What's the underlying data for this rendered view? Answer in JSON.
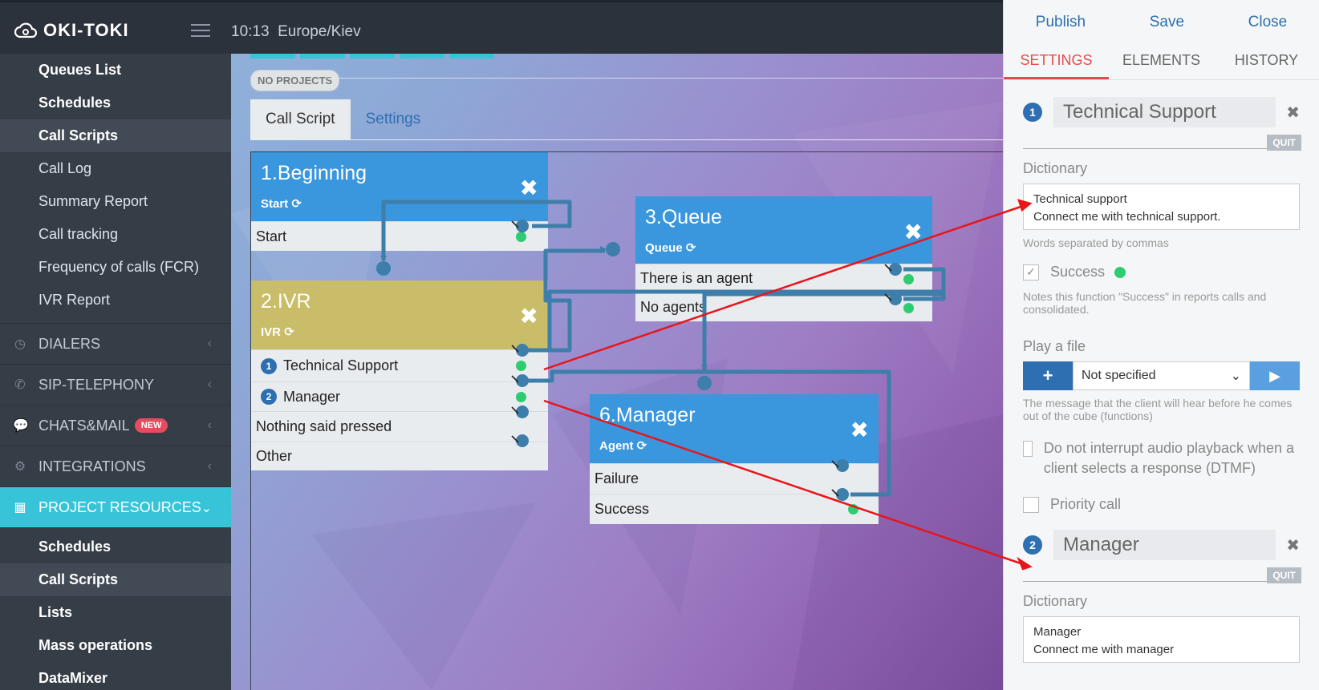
{
  "app": {
    "logo": "OKI-TOKI",
    "time": "10:13",
    "timezone": "Europe/Kiev"
  },
  "sidebar": {
    "top_items": [
      {
        "label": "Queues List"
      },
      {
        "label": "Schedules"
      },
      {
        "label": "Call Scripts"
      },
      {
        "label": "Call Log"
      },
      {
        "label": "Summary Report"
      },
      {
        "label": "Call tracking"
      },
      {
        "label": "Frequency of calls (FCR)"
      },
      {
        "label": "IVR Report"
      }
    ],
    "sections": {
      "dialers": "DIALERS",
      "sip": "SIP-TELEPHONY",
      "chats": "CHATS&MAIL",
      "chats_badge": "NEW",
      "integrations": "INTEGRATIONS",
      "project": "PROJECT RESOURCES"
    },
    "project_items": [
      {
        "label": "Schedules"
      },
      {
        "label": "Call Scripts"
      },
      {
        "label": "Lists"
      },
      {
        "label": "Mass operations"
      },
      {
        "label": "DataMixer"
      }
    ]
  },
  "main": {
    "no_projects": "NO PROJECTS",
    "tabs": [
      "Call Script",
      "Settings"
    ],
    "nodes": {
      "beginning": {
        "title": "1.Beginning",
        "sub": "Start",
        "rows": [
          "Start"
        ]
      },
      "ivr": {
        "title": "2.IVR",
        "sub": "IVR",
        "rows": [
          "Technical Support",
          "Manager",
          "Nothing said pressed",
          "Other"
        ],
        "nums": [
          "1",
          "2"
        ]
      },
      "queue": {
        "title": "3.Queue",
        "sub": "Queue",
        "rows": [
          "There is an agent",
          "No agents"
        ]
      },
      "manager": {
        "title": "6.Manager",
        "sub": "Agent",
        "rows": [
          "Failure",
          "Success"
        ]
      }
    },
    "colors": {
      "blue_head": "#3a96dd",
      "ivr_head": "#c9bd69",
      "connector": "#3d7eaa",
      "arrow": "#e8151b"
    }
  },
  "panel": {
    "actions": [
      "Publish",
      "Save",
      "Close"
    ],
    "tabs": [
      "SETTINGS",
      "ELEMENTS",
      "HISTORY"
    ],
    "resp1": {
      "num": "1",
      "name": "Technical Support",
      "quit": "QUIT",
      "dict_label": "Dictionary",
      "dict_lines": [
        "Technical support",
        "Connect me with technical support."
      ],
      "dict_hint": "Words separated by commas",
      "success_label": "Success",
      "success_hint": "Notes this function \"Success\" in reports calls and consolidated.",
      "play_label": "Play a file",
      "play_value": "Not specified",
      "play_hint": "The message that the client will hear before he comes out of the cube (functions)",
      "nointerrupt": "Do not interrupt audio playback when a client selects a response (DTMF)",
      "priority": "Priority call"
    },
    "resp2": {
      "num": "2",
      "name": "Manager",
      "quit": "QUIT",
      "dict_label": "Dictionary",
      "dict_lines": [
        "Manager",
        "Connect me with manager"
      ]
    }
  }
}
